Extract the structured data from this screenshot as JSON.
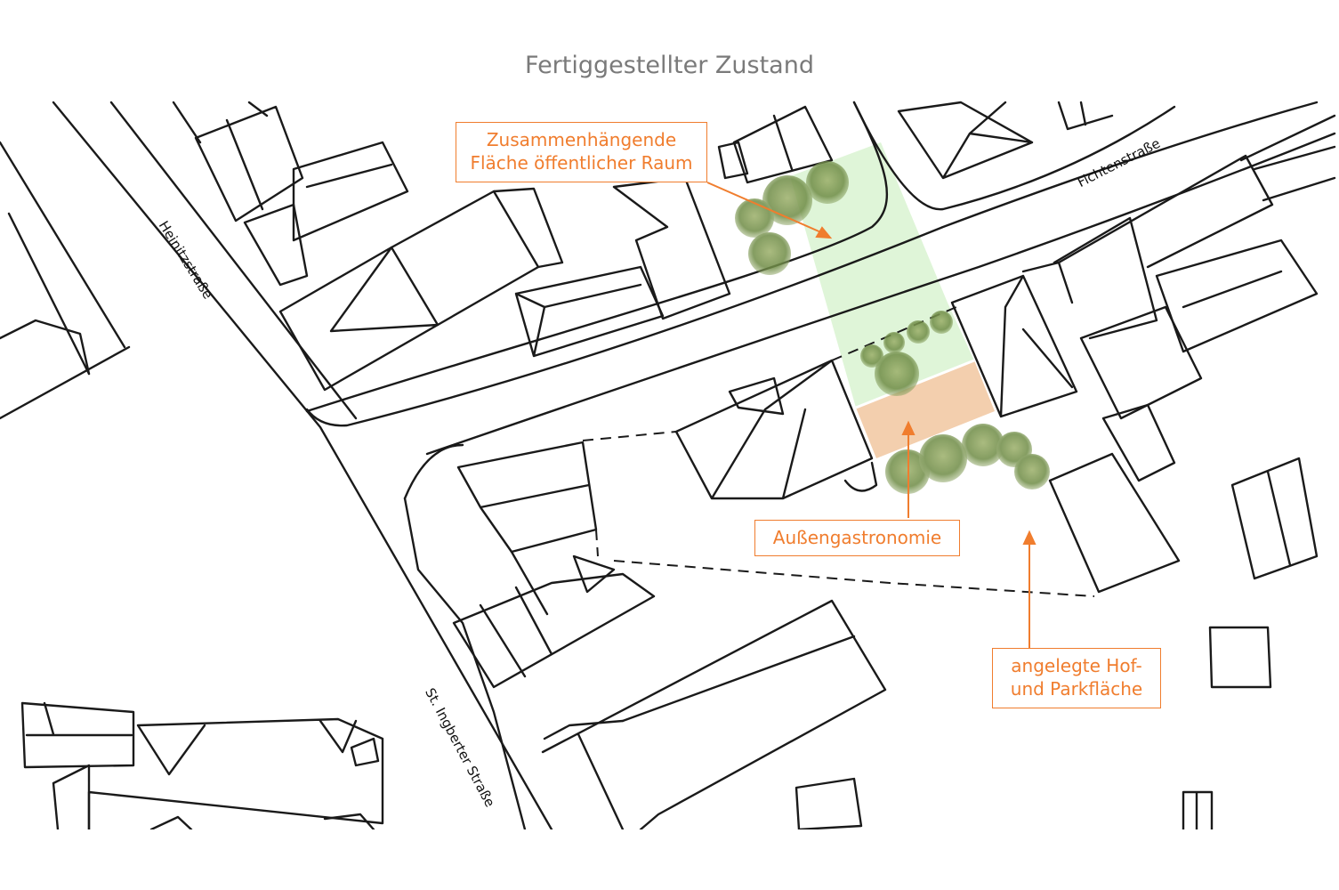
{
  "title": "Fertiggestellter Zustand",
  "callouts": {
    "public_space": {
      "line1": "Zusammenhängende",
      "line2": "Fläche öffentlicher Raum"
    },
    "gastro": "Außengastronomie",
    "courtyard": {
      "line1": "angelegte Hof-",
      "line2": "und Parkfläche"
    }
  },
  "streets": {
    "heinitz": "Heinitzstraße",
    "ingberter": "St. Ingberter Straße",
    "fichten": "Fichtenstraße"
  },
  "colors": {
    "accent": "#f07d2e",
    "public_space_fill": "#dff5d8",
    "gastro_fill": "#f3cfae",
    "tree": "#7f9a52"
  }
}
